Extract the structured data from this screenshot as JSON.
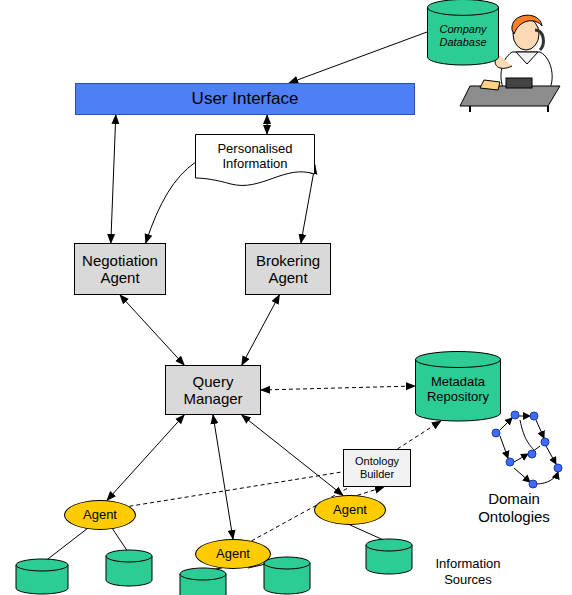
{
  "diagram": {
    "nodes": [
      {
        "text": [
          "Company Database"
        ]
      },
      {
        "text": [
          "User Interface"
        ]
      },
      {
        "text": [
          "Personalised Information"
        ]
      },
      {
        "text": [
          "Negotiation Agent"
        ]
      },
      {
        "text": [
          "Brokering Agent"
        ]
      },
      {
        "text": [
          "Query Manager"
        ]
      },
      {
        "text": [
          "Metadata Repository"
        ]
      },
      {
        "text": [
          "Ontology Builder"
        ]
      },
      {
        "text": [
          "Agent"
        ]
      },
      {
        "text": [
          "Agent"
        ]
      },
      {
        "text": [
          "Agent"
        ]
      }
    ],
    "edges": [
      {
        "from": 0,
        "to": 1,
        "arrow": "to"
      },
      {
        "from": 1,
        "to": 2,
        "arrow": "both"
      },
      {
        "from": 1,
        "to": 3,
        "arrow": "both"
      },
      {
        "from": 2,
        "to": 3,
        "arrow": "to"
      },
      {
        "from": 2,
        "to": 4,
        "arrow": "both"
      },
      {
        "from": 3,
        "to": 5,
        "arrow": "both"
      },
      {
        "from": 4,
        "to": 5,
        "arrow": "both"
      },
      {
        "from": 5,
        "to": 6,
        "arrow": "both"
      },
      {
        "from": 5,
        "to": 8,
        "arrow": "both"
      },
      {
        "from": 5,
        "to": 9,
        "arrow": "both"
      },
      {
        "from": 5,
        "to": 10,
        "arrow": "both"
      },
      {
        "from": 8,
        "to": 7,
        "arrow": "none"
      },
      {
        "from": 9,
        "to": 7,
        "arrow": "none"
      },
      {
        "from": 10,
        "to": 7,
        "arrow": "to"
      },
      {
        "from": 7,
        "to": 6,
        "arrow": "to"
      }
    ],
    "labels": [
      "Domain Ontologies",
      "Information Sources"
    ]
  }
}
